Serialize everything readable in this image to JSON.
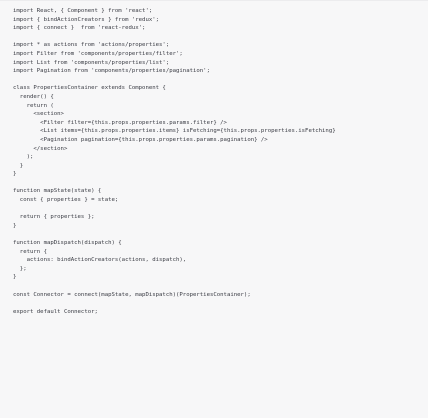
{
  "code": {
    "language": "javascript",
    "lines": [
      "import React, { Component } from 'react';",
      "import { bindActionCreators } from 'redux';",
      "import { connect }  from 'react-redux';",
      "",
      "import * as actions from 'actions/properties';",
      "import Filter from 'components/properties/filter';",
      "import List from 'components/properties/list';",
      "import Pagination from 'components/properties/pagination';",
      "",
      "class PropertiesContainer extends Component {",
      "  render() {",
      "    return (",
      "      <section>",
      "        <Filter filter={this.props.properties.params.filter} />",
      "        <List items={this.props.properties.items} isFetching={this.props.properties.isFetching}",
      "        <Pagination pagination={this.props.properties.params.pagination} />",
      "      </section>",
      "    );",
      "  }",
      "}",
      "",
      "function mapState(state) {",
      "  const { properties } = state;",
      "",
      "  return { properties };",
      "}",
      "",
      "function mapDispatch(dispatch) {",
      "  return {",
      "    actions: bindActionCreators(actions, dispatch),",
      "  };",
      "}",
      "",
      "const Connector = connect(mapState, mapDispatch)(PropertiesContainer);",
      "",
      "export default Connector;"
    ]
  }
}
